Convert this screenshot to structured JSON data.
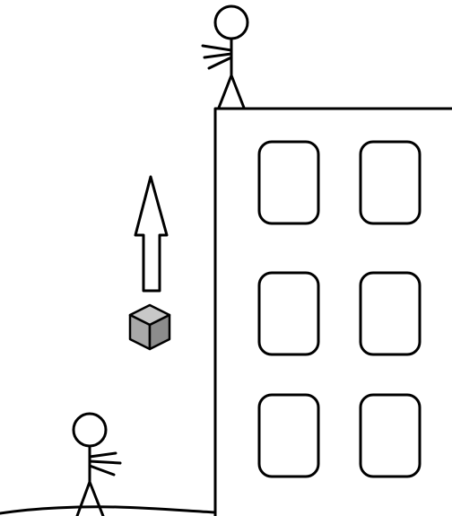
{
  "scene": {
    "background": "#ffffff",
    "stroke_color": "#000000",
    "cube_colors": {
      "top": "#c8c8c8",
      "left": "#a8a8a8",
      "right": "#8c8c8c"
    },
    "objects": [
      "stick-figure-on-roof",
      "building",
      "building-window",
      "up-arrow",
      "cube",
      "stick-figure-on-ground",
      "ground-line"
    ],
    "building_windows": {
      "rows": 3,
      "columns": 2
    }
  }
}
